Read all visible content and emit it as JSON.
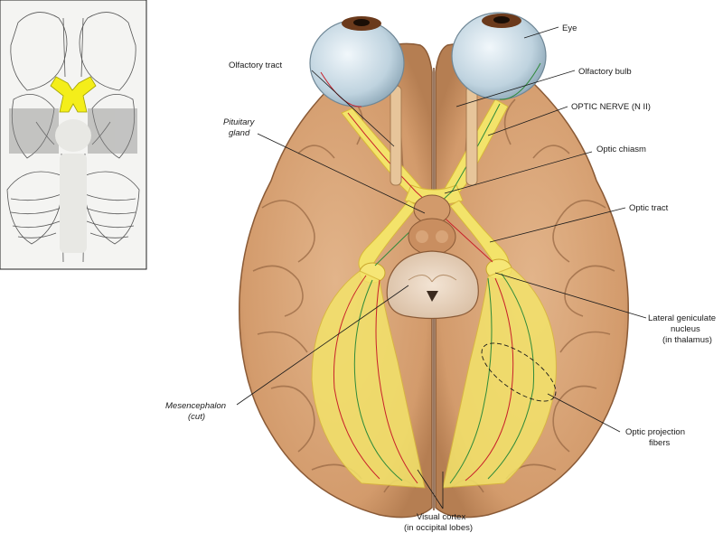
{
  "labels": {
    "eye": "Eye",
    "olfactory_tract": "Olfactory tract",
    "olfactory_bulb": "Olfactory bulb",
    "optic_nerve": "OPTIC NERVE (N II)",
    "pituitary_gland_1": "Pituitary",
    "pituitary_gland_2": "gland",
    "optic_chiasm": "Optic chiasm",
    "optic_tract": "Optic tract",
    "lgn_1": "Lateral geniculate",
    "lgn_2": "nucleus",
    "lgn_3": "(in thalamus)",
    "mesencephalon_1": "Mesencephalon",
    "mesencephalon_2": "(cut)",
    "optic_projection_1": "Optic projection",
    "optic_projection_2": "fibers",
    "visual_cortex_1": "Visual cortex",
    "visual_cortex_2": "(in occipital lobes)"
  },
  "colors": {
    "brain": "#d9a478",
    "brain_shade": "#b98156",
    "gyrus_line": "#9a6a45",
    "pathway": "#f3e36a",
    "pathway_edge": "#d8b83a",
    "eye": "#cfe0ea",
    "iris": "#6b3a1c",
    "inset_highlight": "#f4ee1a",
    "fiber_red": "#c8202a",
    "fiber_green": "#2f8a3a"
  }
}
